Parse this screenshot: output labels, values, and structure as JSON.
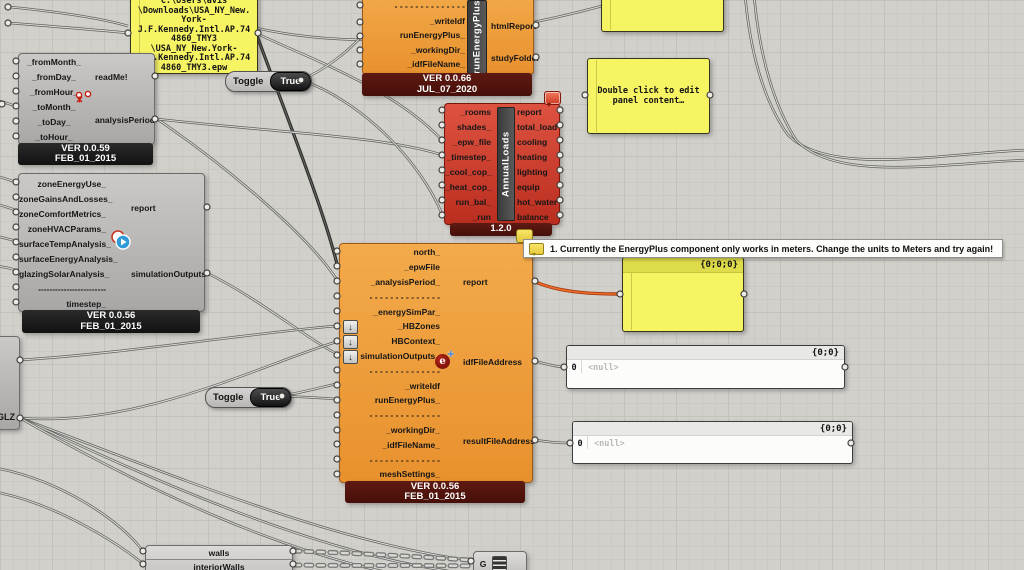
{
  "colors": {
    "component_orange": "#f0a03c",
    "component_red": "#c93526",
    "panel_yellow": "#f7f464",
    "wire_orange": "#e8622d",
    "canvas_bg": "#d2d0cb"
  },
  "epw_panel": {
    "text": "C:\\Users\\avis\n\\Downloads\\USA_NY_New.\nYork-\nJ.F.Kennedy.Intl.AP.74\n4860_TMY3\n\\USA_NY_New.York-\nJ.F.Kennedy.Intl.AP.74\n4860_TMY3.epw"
  },
  "analysis_period": {
    "inputs": [
      "_fromMonth_",
      "_fromDay_",
      "_fromHour_",
      "_toMonth_",
      "_toDay_",
      "_toHour_"
    ],
    "outputs": [
      "readMe!",
      "analysisPeriod"
    ],
    "version": "VER 0.0.59",
    "date": "FEB_01_2015"
  },
  "toggle_top": {
    "label": "Toggle",
    "value": "True"
  },
  "toggle_mid": {
    "label": "Toggle",
    "value": "True"
  },
  "run_sim_top": {
    "name": "runEnergyPlus",
    "inputs": [
      "- - - - - - - - - - - - - -",
      "_writeIdf",
      "runEnergyPlus_",
      "_workingDir_",
      "_idfFileName_"
    ],
    "outputs": [
      "htmlReport",
      "studyFolder"
    ],
    "version": "VER 0.0.66",
    "date": "JUL_07_2020"
  },
  "annual_loads": {
    "name": "AnnualLoads",
    "rows": [
      {
        "in": "_rooms",
        "out": "report"
      },
      {
        "in": "shades_",
        "out": "total_load"
      },
      {
        "in": "_epw_file",
        "out": "cooling"
      },
      {
        "in": "_timestep_",
        "out": "heating"
      },
      {
        "in": "_cool_cop_",
        "out": "lighting"
      },
      {
        "in": "_heat_cop_",
        "out": "equip"
      },
      {
        "in": "run_bal_",
        "out": "hot_water"
      },
      {
        "in": "_run",
        "out": "balance"
      }
    ],
    "version": "1.2.0"
  },
  "note_panel": {
    "text": "Double click to edit\npanel content…"
  },
  "zone_outputs": {
    "inputs": [
      "zoneEnergyUse_",
      "zoneGainsAndLosses_",
      "zoneComfortMetrics_",
      "zoneHVACParams_",
      "surfaceTempAnalysis_",
      "surfaceEnergyAnalysis_",
      "glazingSolarAnalysis_",
      "------------------------",
      "timestep_"
    ],
    "outputs": [
      "report",
      "simulationOutputs"
    ],
    "version": "VER 0.0.56",
    "date": "FEB_01_2015"
  },
  "run_sim_main": {
    "inputs": [
      "north_",
      "_epwFile",
      "_analysisPeriod_",
      "- - - - - - - - - - - - - -",
      "_energySimPar_",
      "_HBZones",
      "HBContext_",
      "simulationOutputs_",
      "- - - - - - - - - - - - - -",
      "_writeIdf",
      "runEnergyPlus_",
      "- - - - - - - - - - - - - -",
      "_workingDir_",
      "_idfFileName_",
      "- - - - - - - - - - - - - -",
      "meshSettings_"
    ],
    "outputs": [
      "report",
      "idfFileAddress",
      "resultFileAddress"
    ],
    "version": "VER 0.0.56",
    "date": "FEB_01_2015"
  },
  "tree_panel": {
    "header": "{0;0;0}"
  },
  "null_panel_1": {
    "header": "{0;0}",
    "index": "0",
    "value": "<null>"
  },
  "null_panel_2": {
    "header": "{0;0}",
    "index": "0",
    "value": "<null>"
  },
  "warning": {
    "text": "1. Currently the EnergyPlus component only works in meters. Change the units to Meters and try again!"
  },
  "walls_param": {
    "rows": [
      "walls",
      "interiorWalls"
    ]
  },
  "geo_param": {
    "label": "G"
  },
  "glz_param": {
    "label": "GLZ"
  },
  "icons": {
    "expand_arrow": "↓",
    "energyplus_e": "e",
    "energyplus_plus": "+"
  }
}
